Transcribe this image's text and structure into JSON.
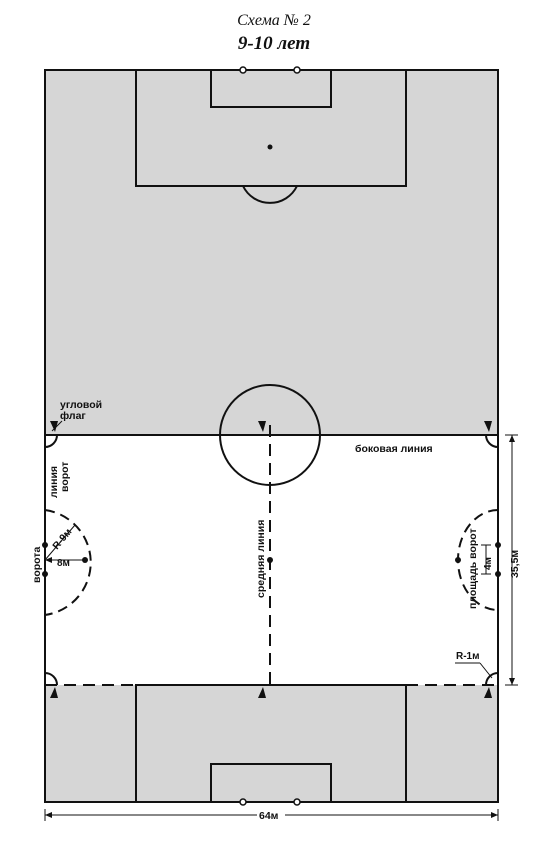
{
  "header": {
    "scheme": "Схема № 2",
    "age": "9-10 лет"
  },
  "labels": {
    "corner_flag_1": "угловой",
    "corner_flag_2": "флаг",
    "touchline": "боковая линия",
    "goal_line_1": "линия",
    "goal_line_2": "ворот",
    "goal": "ворота",
    "radius_9": "R-9м",
    "width_8": "8м",
    "halfway": "средняя линия",
    "goal_area": "площадь ворот",
    "width_4": "4м",
    "width_35": "35,5м",
    "radius_1": "R-1м",
    "length_64": "64м"
  },
  "colors": {
    "field_gray": "#d6d6d6",
    "line": "#111111",
    "background": "#ffffff"
  }
}
